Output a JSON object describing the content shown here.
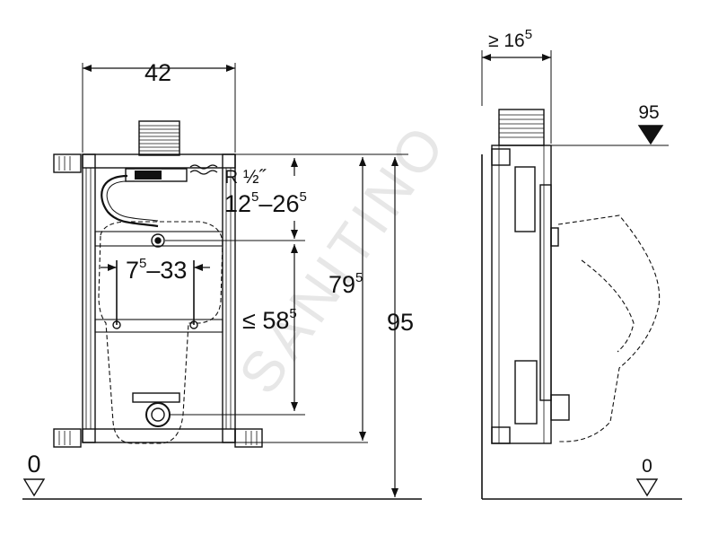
{
  "watermark": "SANITINO",
  "front_view": {
    "width_label": "42",
    "thread_label": "R ½˝",
    "connection_range": {
      "base1": "12",
      "sup1": "5",
      "dash": "–",
      "base2": "26",
      "sup2": "5"
    },
    "bolt_spacing": {
      "base1": "7",
      "sup1": "5",
      "dash": "–",
      "base2": "33"
    },
    "outlet_height": {
      "base": "≤ 58",
      "sup": "5"
    },
    "inlet_height": {
      "base": "79",
      "sup": "5"
    },
    "total_height": "95",
    "floor_label": "0"
  },
  "side_view": {
    "depth_label": {
      "base": "≥ 16",
      "sup": "5"
    },
    "top_level_label": "95",
    "floor_label": "0"
  }
}
